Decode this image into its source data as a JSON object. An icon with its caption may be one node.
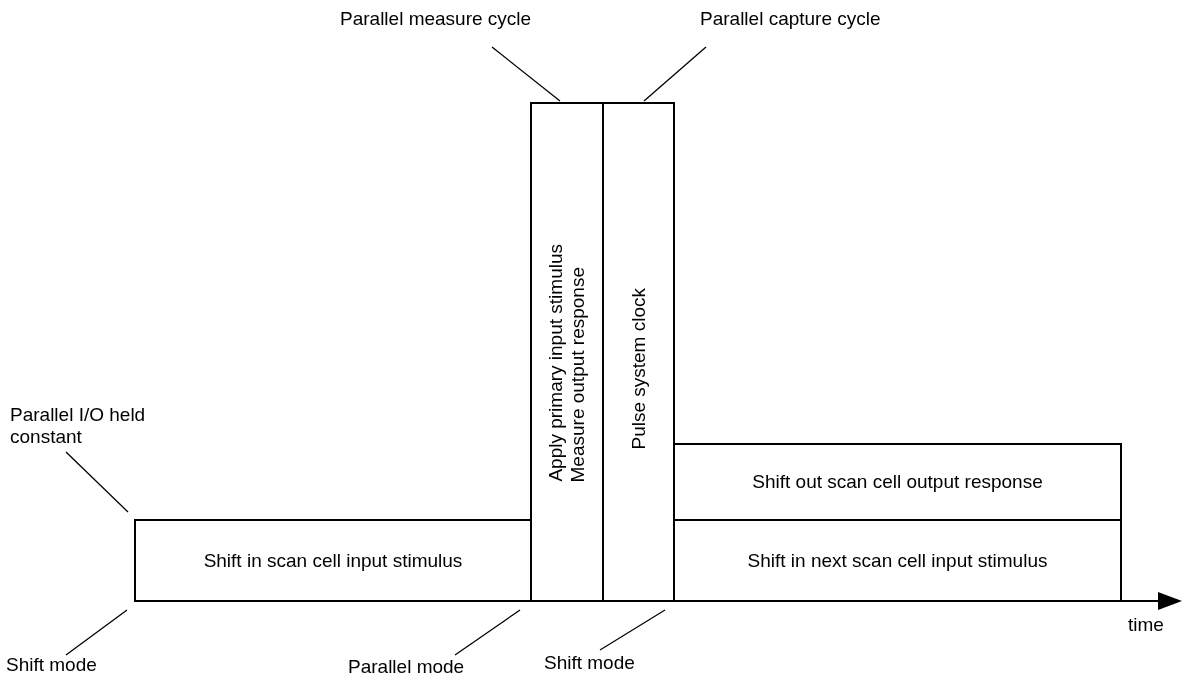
{
  "diagram": {
    "nodes": [
      {
        "text": [
          "Parallel measure cycle"
        ]
      },
      {
        "text": [
          "Parallel capture cycle"
        ]
      },
      {
        "text": [
          "Parallel I/O held constant"
        ]
      },
      {
        "text": [
          "Shift in scan cell input stimulus"
        ]
      },
      {
        "text": [
          "Apply primary input stimulus",
          "Measure output response"
        ]
      },
      {
        "text": [
          "Pulse system clock"
        ]
      },
      {
        "text": [
          "Shift out scan cell output response"
        ]
      },
      {
        "text": [
          "Shift in next scan cell input stimulus"
        ]
      },
      {
        "text": [
          "Shift mode"
        ]
      },
      {
        "text": [
          "Parallel mode"
        ]
      },
      {
        "text": [
          "Shift mode"
        ]
      }
    ],
    "edges": [
      {
        "from": 0,
        "to": 4,
        "arrow": "none"
      },
      {
        "from": 1,
        "to": 5,
        "arrow": "none"
      },
      {
        "from": 2,
        "to": 3,
        "arrow": "none"
      },
      {
        "from": 8,
        "to": 3,
        "arrow": "none"
      },
      {
        "from": 9,
        "to": 4,
        "arrow": "none"
      },
      {
        "from": 10,
        "to": 5,
        "arrow": "none"
      }
    ],
    "labels": [
      "time"
    ]
  }
}
